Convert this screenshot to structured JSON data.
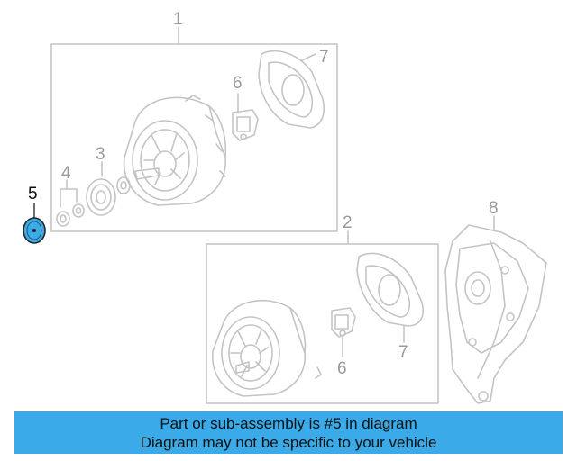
{
  "diagram": {
    "callouts": {
      "c1": "1",
      "c2": "2",
      "c3": "3",
      "c4": "4",
      "c5": "5",
      "c6a": "6",
      "c6b": "6",
      "c7a": "7",
      "c7b": "7",
      "c8": "8"
    },
    "highlighted_part": "5",
    "highlight_color": "#3aaae8",
    "line_color": "#c4c4c4"
  },
  "banner": {
    "line1": "Part or sub-assembly is #5 in diagram",
    "line2": "Diagram may not be specific to your vehicle",
    "background": "#3aaae8"
  }
}
